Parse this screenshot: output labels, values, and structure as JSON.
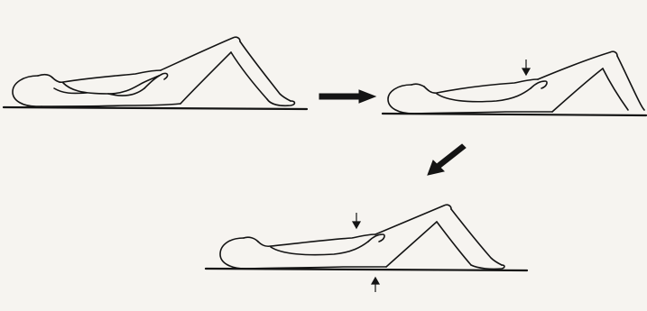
{
  "figure": {
    "background": "#f6f4f0",
    "ink": "#141414",
    "panels": [
      {
        "id": "start",
        "pose": "supine-knees-bent-relaxed"
      },
      {
        "id": "step-2",
        "pose": "supine-knees-bent-press-down",
        "indicators": [
          "down-arrow"
        ]
      },
      {
        "id": "step-3",
        "pose": "supine-knees-bent-pelvic-tilt",
        "indicators": [
          "down-arrow",
          "up-arrow"
        ]
      }
    ],
    "transitions": [
      "right-arrow",
      "down-left-arrow"
    ]
  }
}
